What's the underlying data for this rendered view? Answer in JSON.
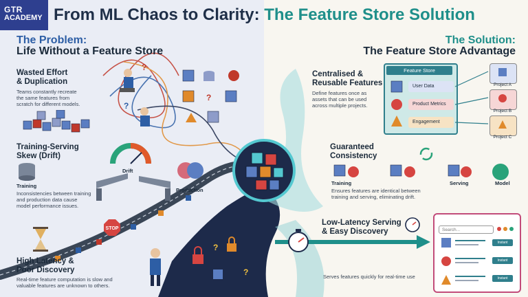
{
  "logo": {
    "line1": "GTR",
    "line2": "ACADEMY"
  },
  "title": {
    "part1": "From ML Chaos to Clarity:",
    "part2": "The Feature Store Solution"
  },
  "problem": {
    "heading": "The Problem:",
    "subheading": "Life Without a Feature Store",
    "sections": [
      {
        "title_line1": "Wasted Effort",
        "title_line2": "& Duplication",
        "desc_line1": "Teams constantly recreate",
        "desc_line2": "the same features from",
        "desc_line3": "scratch for different models."
      },
      {
        "title_line1": "Training-Serving",
        "title_line2": "Skew (Drift)",
        "desc_line1": "Inconsistencies between training",
        "desc_line2": "and production data cause",
        "desc_line3": "model performance issues."
      },
      {
        "title_line1": "High Latency &",
        "title_line2": "Poor Discovery",
        "desc_line1": "Real-time feature computation is slow and",
        "desc_line2": "valuable features are unknown to others.",
        "desc_line3": ""
      }
    ],
    "labels": {
      "drift": "Drift",
      "training": "Training",
      "production": "Production",
      "stop": "STOP"
    }
  },
  "solution": {
    "heading": "The Solution:",
    "subheading": "The Feature Store Advantage",
    "sections": [
      {
        "title_line1": "Centralised &",
        "title_line2": "Reusable Features",
        "desc_line1": "Define features once as",
        "desc_line2": "assets that can be used",
        "desc_line3": "across multiple projects."
      },
      {
        "title_line1": "Guaranteed",
        "title_line2": "Consistency",
        "desc_line1": "Ensures features are identical between",
        "desc_line2": "training and serving, eliminating drift.",
        "desc_line3": ""
      },
      {
        "title_line1": "Low-Latency Serving",
        "title_line2": "& Easy Discovery",
        "desc_line1": "Serves features quickly for real-time use",
        "desc_line2": "",
        "desc_line3": ""
      }
    ],
    "feature_store": {
      "title": "Feature Store",
      "rows": [
        "User Data",
        "Product Metrics",
        "Engagement"
      ]
    },
    "projects": [
      "Project A",
      "Project B",
      "Project C"
    ],
    "consistency_labels": {
      "training": "Training",
      "serving": "Serving",
      "model": "Model"
    },
    "discovery_ui": {
      "search_placeholder": "Search...",
      "button_label": "Instant Access"
    }
  },
  "colors": {
    "problem_accent": "#2d5ea5",
    "solution_accent": "#1f8f8a",
    "brand": "#2e3f8f",
    "ui_border": "#c24b7a"
  }
}
